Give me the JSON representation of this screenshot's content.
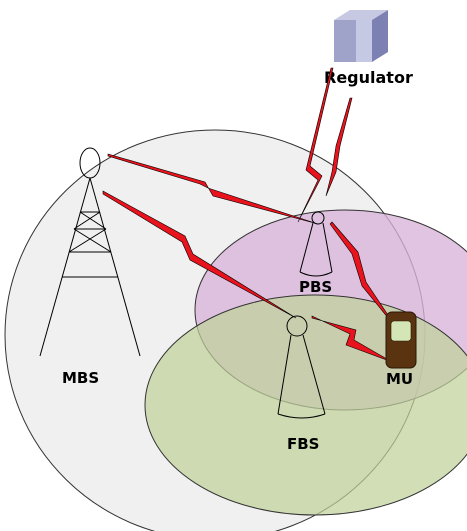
{
  "labels": {
    "regulator": "Regulator",
    "mbs": "MBS",
    "pbs": "PBS",
    "fbs": "FBS",
    "mu": "MU"
  },
  "colors": {
    "mbs_coverage": "#f0f0f0",
    "pbs_coverage": "#d9b3d9",
    "fbs_coverage": "#bfd19a",
    "link": "#e8131c",
    "phone_body": "#5a3410",
    "phone_screen": "#d4e6b5",
    "regulator_box": "#9fa3c9"
  },
  "icons": {
    "regulator": "server-cube-icon",
    "mbs": "macro-tower-icon",
    "pbs": "small-tower-icon",
    "fbs": "small-tower-icon",
    "mu": "mobile-phone-icon"
  }
}
